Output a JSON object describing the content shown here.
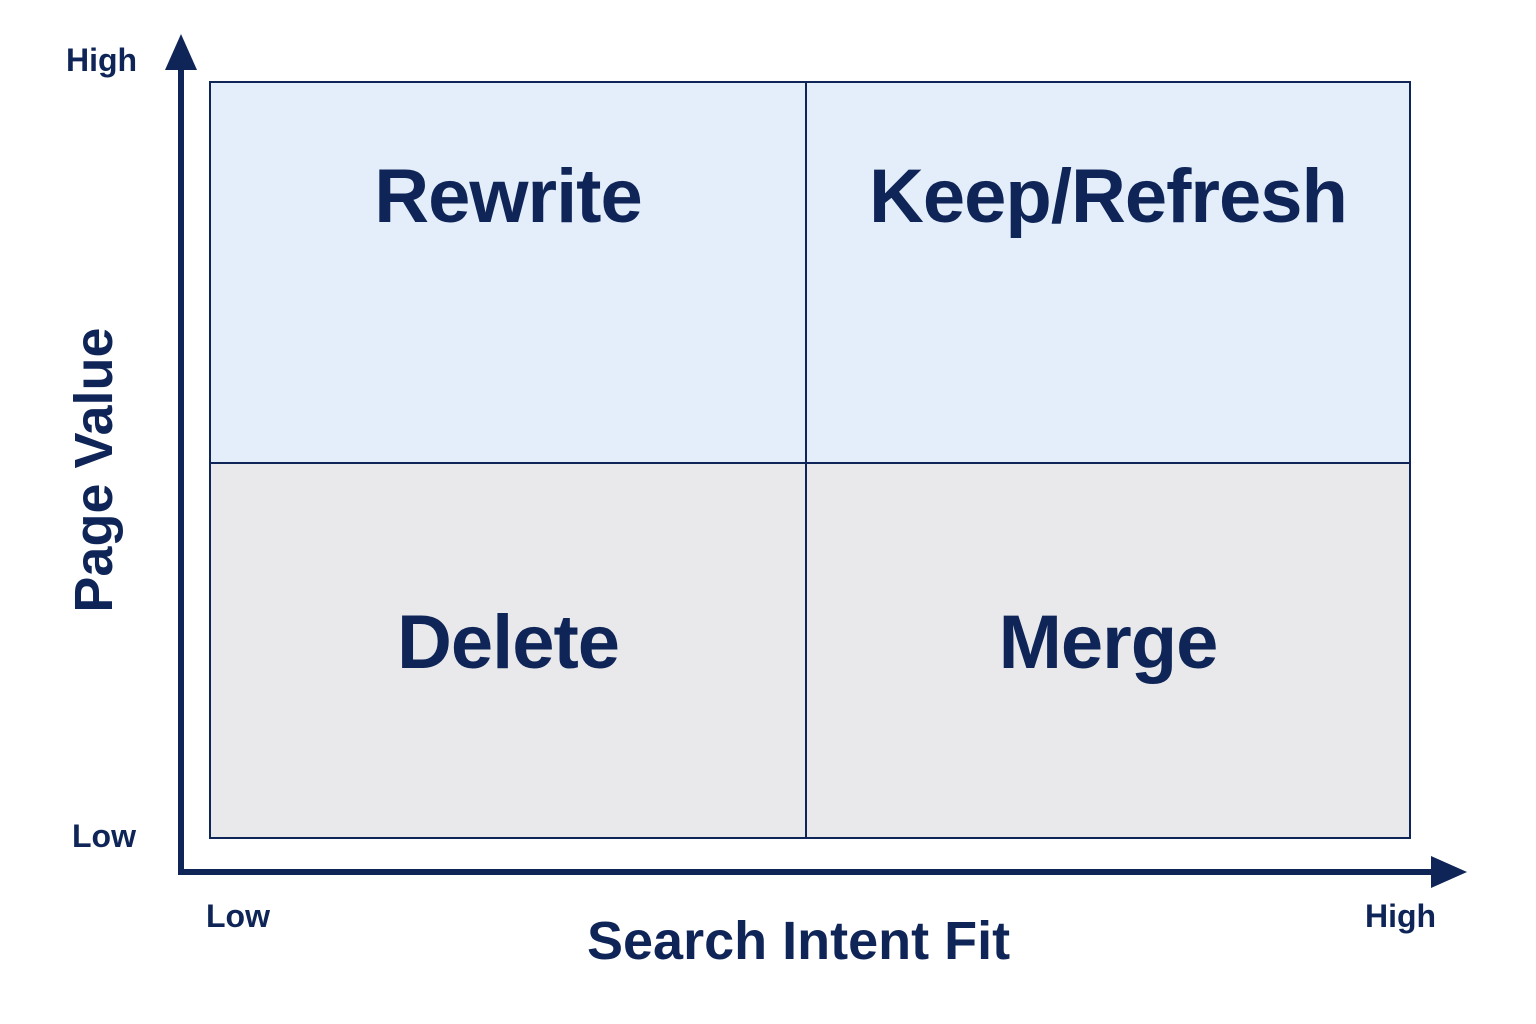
{
  "quadrants": {
    "top_left": "Rewrite",
    "top_right": "Keep/Refresh",
    "bottom_left": "Delete",
    "bottom_right": "Merge"
  },
  "y_axis": {
    "title": "Page Value",
    "high": "High",
    "low": "Low"
  },
  "x_axis": {
    "title": "Search Intent Fit",
    "low": "Low",
    "high": "High"
  },
  "colors": {
    "ink": "#0f2557",
    "top_fill": "#e4eefa",
    "bottom_fill": "#e9e9eb"
  }
}
